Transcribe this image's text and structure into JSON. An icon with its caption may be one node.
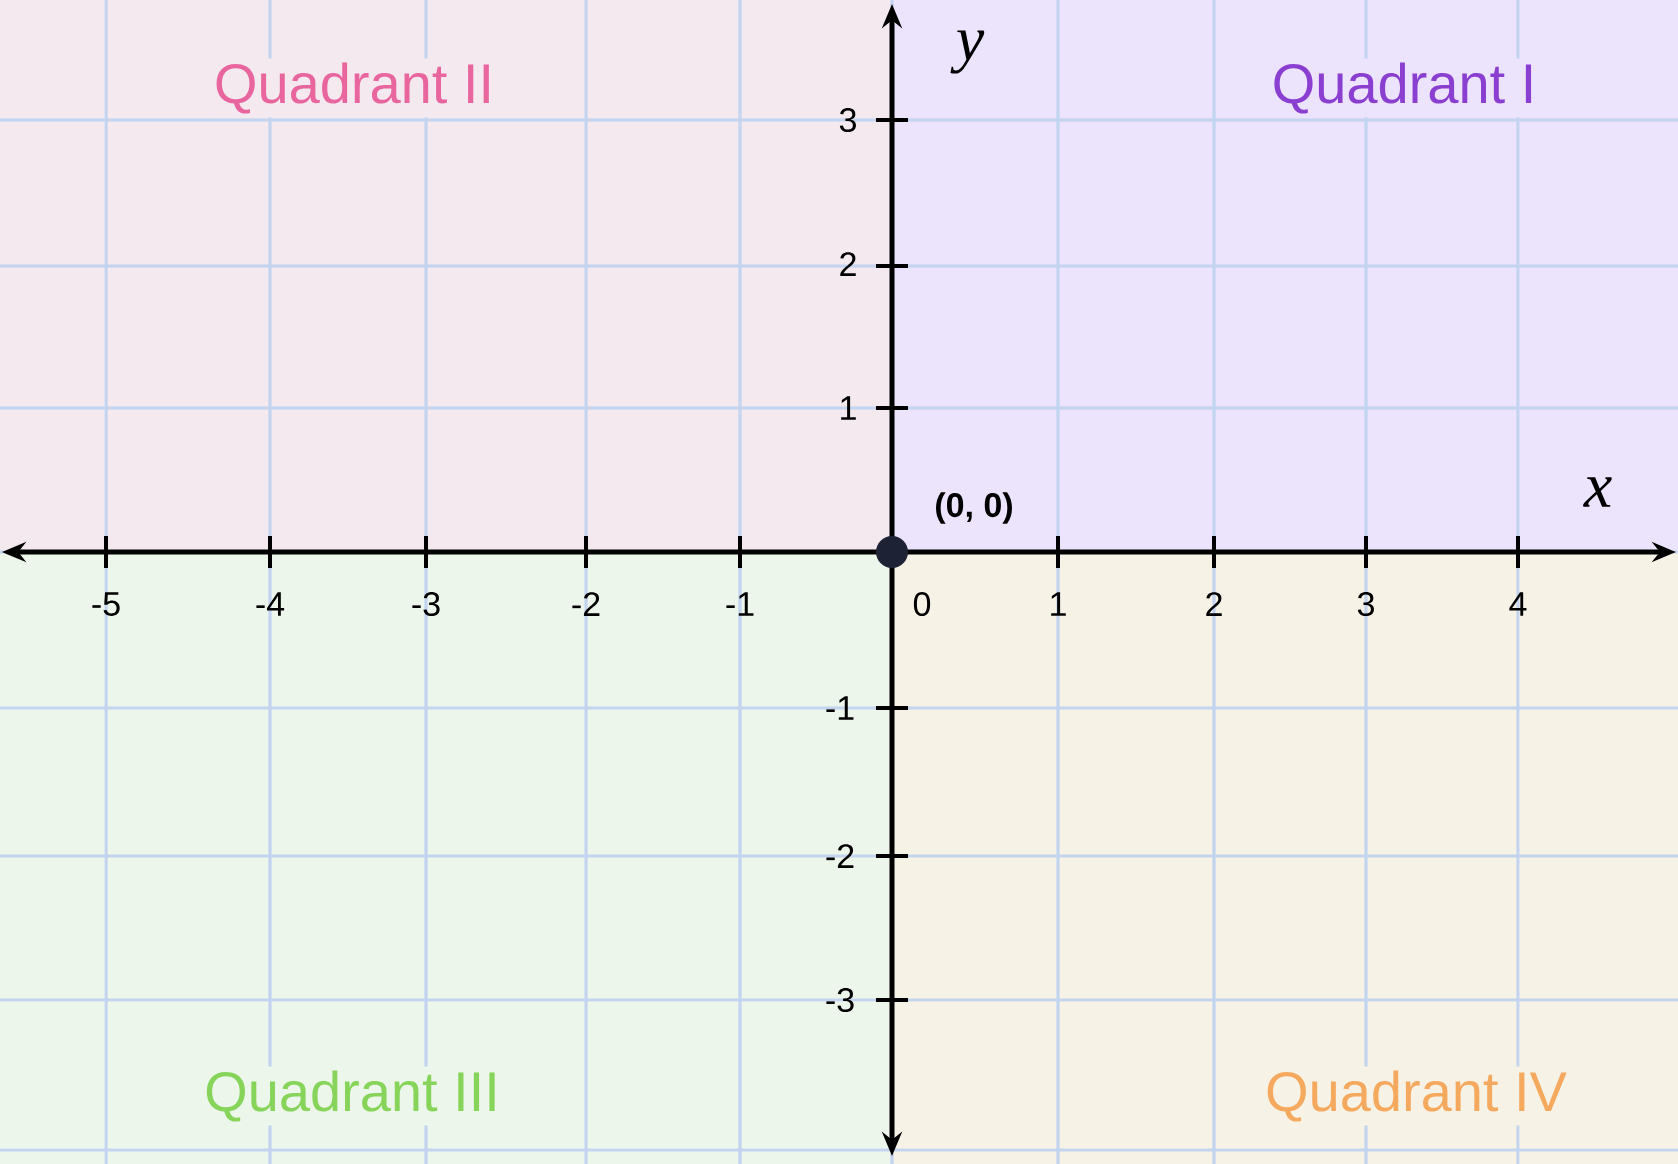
{
  "diagram": {
    "nodes": [
      {
        "text": [
          "Quadrant II"
        ]
      },
      {
        "text": [
          "Quadrant I"
        ]
      },
      {
        "text": [
          "Quadrant III"
        ]
      },
      {
        "text": [
          "Quadrant IV"
        ]
      }
    ],
    "labels": [
      "y",
      "3",
      "2",
      "1",
      "x",
      "(0, 0)",
      "-5",
      "-4",
      "-3",
      "-2",
      "-1",
      "0",
      "1",
      "2",
      "3",
      "4",
      "-1",
      "-2",
      "-3"
    ]
  }
}
